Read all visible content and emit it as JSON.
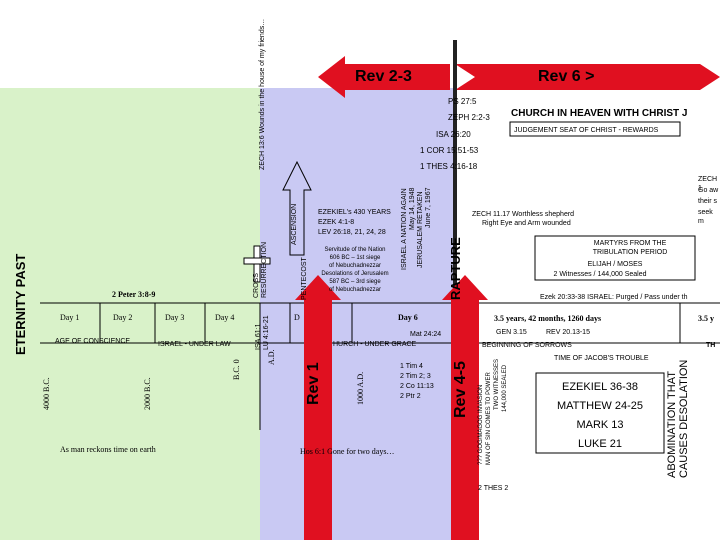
{
  "colors": {
    "green": "#d9f2c9",
    "purple": "#c9c9f3",
    "red": "#e01020",
    "dark": "#222222"
  },
  "top_labels": {
    "wounds": "ZECH 13:6 Wounds in the house of my friends…",
    "rev23": "Rev 2-3",
    "rev6": "Rev 6 >",
    "ps": "PS 27:5",
    "zeph": "ZEPH 2:2-3",
    "church_heaven": "CHURCH IN HEAVEN WITH CHRIST J",
    "judgement": "JUDGEMENT SEAT OF CHRIST - REWARDS",
    "isa": "ISA 26:20",
    "cor": "1 COR 15:51-53",
    "thes": "1 THES 4:16-18",
    "zech1_a": "ZECH 1",
    "zech1_b": "Go aw",
    "zech1_c": "their s",
    "zech1_d": "seek m"
  },
  "left": {
    "eternity": "ETERNITY PAST",
    "peter": "2 Peter 3:8-9",
    "days": [
      "Day 1",
      "Day 2",
      "Day 3",
      "Day 4"
    ],
    "age_conscience": "AGE OF CONSCIENCE",
    "israel_law": "ISRAEL - UNDER LAW",
    "bc4000": "4000 B.C.",
    "bc2000": "2000 B.C.",
    "bc0": "B.C. 0",
    "ad": "A.D.",
    "reckons": "As man reckons time on earth",
    "cross": "CROSS",
    "resurrection": "RESURRECTION",
    "isa611": "ISA 61:1",
    "lu416": "LU 4:16-21"
  },
  "middle": {
    "ascension": "ASCENSION",
    "pentecost": "PENTECOST",
    "ezekiel430": [
      "EZEKIEL's 430 YEARS",
      "EZEK 4:1-8",
      "LEV 26:18, 21, 24, 28"
    ],
    "servitude": [
      "Servitude of the Nation",
      "606 BC – 1st siege",
      "of Nebuchadnezzar",
      "Desolations of Jerusalem",
      "587 BC – 3rd siege",
      "of Nebuchadnezzar"
    ],
    "israel_nation": "ISRAEL A NATION AGAIN",
    "israel_date": "May 14, 1948",
    "jerusalem": "JERUSALEM RETAKEN",
    "jerusalem_date": "June 7, 1967",
    "day5": "D",
    "day6": "Day 6",
    "mat2424": "Mat 24:24",
    "church_grace": "HURCH - UNDER GRACE",
    "ad1000": "1000 A.D.",
    "tim_refs": [
      "1 Tim 4",
      "2 Tim 2; 3",
      "2 Co 11:13",
      "2 Ptr 2"
    ],
    "hos": "Hos 6:1 Gone for two days…",
    "rev1": "Rev 1",
    "rev45": "Rev 4-5",
    "rapture": "RAPTURE"
  },
  "right": {
    "zech1117": [
      "ZECH 11.17 Worthless shepherd",
      "Right Eye and Arm wounded"
    ],
    "martyrs": [
      "MARTYRS FROM THE",
      "TRIBULATION PERIOD"
    ],
    "elijah": "ELIJAH / MOSES",
    "witnesses": "2 Witnesses / 144,000 Sealed",
    "ezek2033": "Ezek 20:33-38  ISRAEL:  Purged / Pass under th",
    "years35": "3.5 years, 42 months, 1260 days",
    "years35b": "3.5 y",
    "gen315": "GEN 3.15",
    "rev2013": "REV 20.13-15",
    "th": "TH",
    "sorrows": "BEGINNING OF SORROWS",
    "jacobs": "TIME OF JACOB'S TROUBLE",
    "gog": "??? GOG/MAGOG INVASION",
    "man_of_sin": "MAN OF SIN COMES TO POWER",
    "two_witness": "TWO WITNESSES",
    "sealed": "144,000 SEALED",
    "refs": [
      "EZEKIEL 36-38",
      "MATTHEW 24-25",
      "MARK 13",
      "LUKE 21"
    ],
    "abomination": "ABOMINATION THAT",
    "desolation": "CAUSES DESOLATION",
    "thes2": "2 THES 2"
  }
}
